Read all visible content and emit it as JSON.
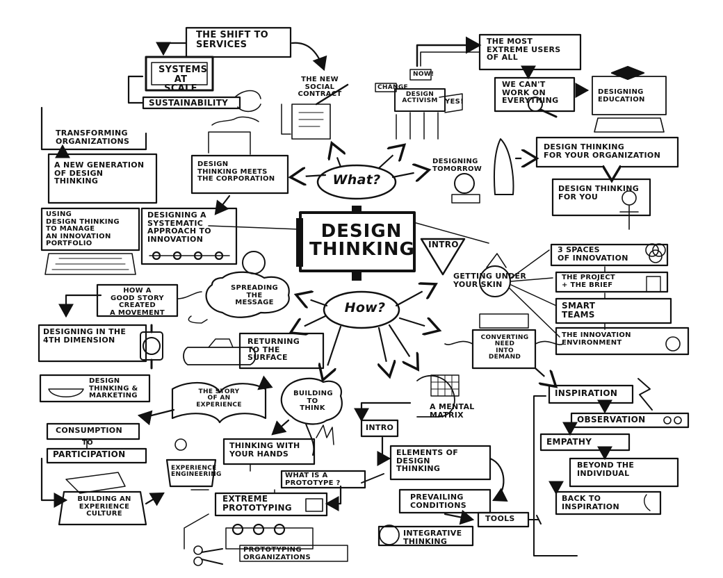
{
  "center": {
    "title": "DESIGN\nTHINKING",
    "what": "What?",
    "how": "How?",
    "intro": "INTRO"
  },
  "top_left": {
    "shift": "THE SHIFT TO\nSERVICES",
    "systems": "SYSTEMS\nAT SCALE",
    "sustain": "SUSTAINABILITY",
    "contract": "THE NEW\nSOCIAL\nCONTRACT",
    "transform": "TRANSFORMING\nORGANIZATIONS",
    "newgen": "A NEW GENERATION\nOF DESIGN\nTHINKING",
    "corp": "DESIGN\nTHINKING MEETS\nTHE CORPORATION",
    "portfolio": "USING\nDESIGN THINKING\nTO MANAGE\nAN INNOVATION\nPORTFOLIO",
    "systematic": "DESIGNING A\nSYSTEMATIC\nAPPROACH TO\nINNOVATION"
  },
  "top_right": {
    "extreme": "THE MOST\nEXTREME USERS\nOF ALL",
    "activism": "DESIGN\nACTIVISM",
    "sign_change": "CHANGE",
    "sign_now": "NOW!",
    "sign_yes": "YES!",
    "cantwork": "WE CAN'T\nWORK ON\nEVERYTHING",
    "education": "DESIGNING\nEDUCATION",
    "tomorrow": "DESIGNING\nTOMORROW",
    "for_org": "DESIGN THINKING\nFOR YOUR ORGANIZATION",
    "for_you": "DESIGN THINKING\nFOR YOU"
  },
  "left": {
    "spreading": "SPREADING\nTHE\nMESSAGE",
    "story": "HOW A\nGOOD STORY\nCREATED\nA MOVEMENT",
    "fourth": "DESIGNING IN THE\n4TH DIMENSION",
    "returning": "RETURNING\nTO THE\nSURFACE",
    "marketing": "DESIGN\nTHINKING &\nMARKETING",
    "story_exp": "THE STORY\nOF AN\nEXPERIENCE",
    "consumption": "CONSUMPTION",
    "to": "TO",
    "participation": "PARTICIPATION",
    "exp_eng": "EXPERIENCE\nENGINEERING",
    "culture": "BUILDING AN\nEXPERIENCE\nCULTURE",
    "building": "BUILDING\nTO\nTHINK",
    "hands": "THINKING WITH\nYOUR HANDS",
    "prototype": "WHAT IS A\nPROTOTYPE ?",
    "extreme_proto": "EXTREME\nPROTOTYPING",
    "proto_org": "PROTOTYPING\nORGANIZATIONS"
  },
  "right": {
    "skin": "GETTING UNDER\nYOUR SKIN",
    "spaces": "3 SPACES\nOF INNOVATION",
    "brief": "THE PROJECT\n+ THE BRIEF",
    "teams": "SMART\nTEAMS",
    "environment": "THE INNOVATION\nENVIRONMENT",
    "demand": "CONVERTING\nNEED\nINTO\nDEMAND",
    "matrix": "A MENTAL\nMATRIX",
    "intro2": "INTRO",
    "elements": "ELEMENTS OF\nDESIGN\nTHINKING",
    "prevailing": "PREVAILING\nCONDITIONS",
    "tools": "TOOLS",
    "integrative": "INTEGRATIVE\nTHINKING",
    "inspiration": "INSPIRATION",
    "observation": "OBSERVATION",
    "empathy": "EMPATHY",
    "beyond": "BEYOND THE\nINDIVIDUAL",
    "back": "BACK TO\nINSPIRATION"
  }
}
